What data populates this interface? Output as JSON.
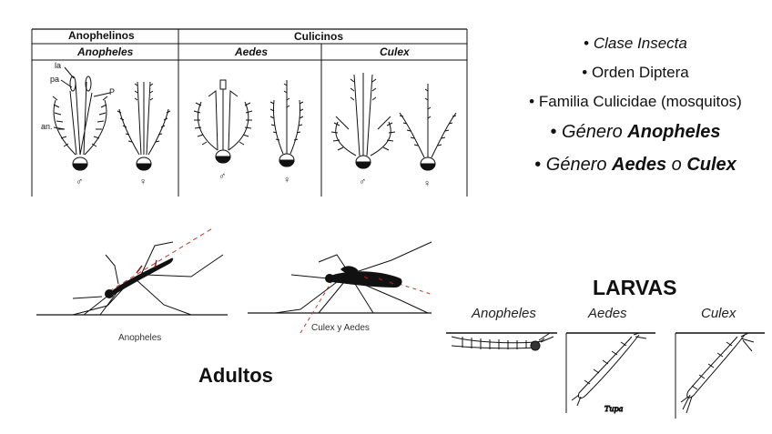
{
  "table": {
    "group_left": "Anophelinos",
    "group_right": "Culicinos",
    "genus_1": "Anopheles",
    "genus_2": "Aedes",
    "genus_3": "Culex",
    "part_la": "la",
    "part_pa": "pa",
    "part_p": "P",
    "part_an": "an.",
    "male_symbol": "♂",
    "female_symbol": "♀"
  },
  "classification": {
    "bullet": "•",
    "line1": "Clase Insecta",
    "line2": "Orden Diptera",
    "line3": "Familia Culicidae (mosquitos)",
    "line4_prefix": "Género",
    "line4_genus": "Anopheles",
    "line5_prefix": "Género",
    "line5_genus_1": "Aedes",
    "line5_connector": "o",
    "line5_genus_2": "Culex"
  },
  "adults": {
    "title": "Adultos",
    "caption_1": "Anopheles",
    "caption_2": "Culex y Aedes"
  },
  "larvae": {
    "title": "LARVAS",
    "label_1": "Anopheles",
    "label_2": "Aedes",
    "label_3": "Culex",
    "tube_label": "Tupa"
  },
  "colors": {
    "ink": "#111111",
    "body_spots": "#8b1a1a",
    "dashed_line": "#c0392b"
  }
}
